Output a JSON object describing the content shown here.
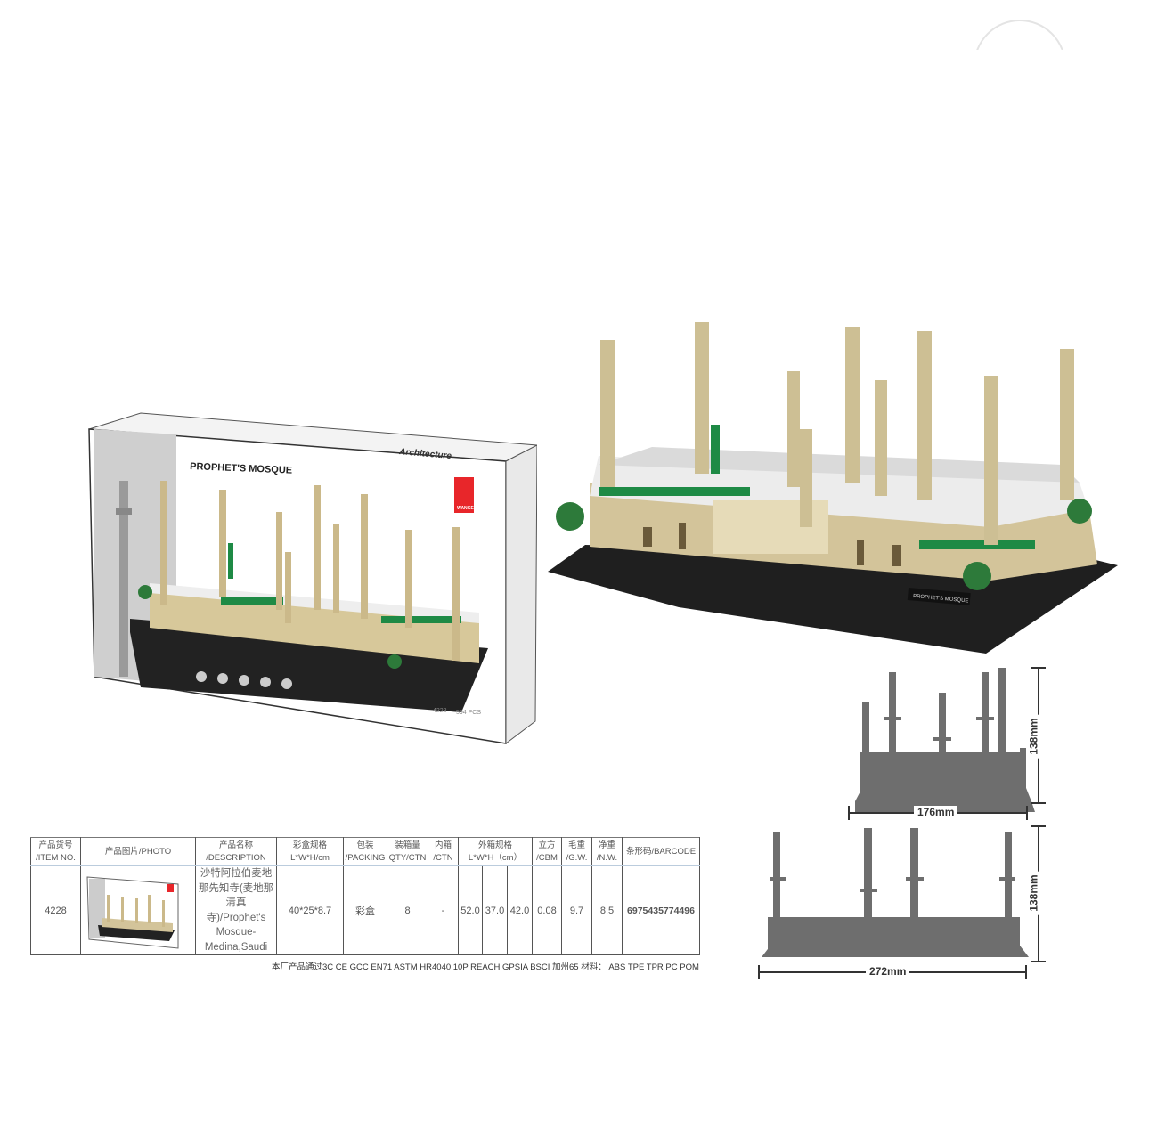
{
  "box": {
    "title": "PROPHET'S MOSQUE",
    "series": "Architecture",
    "brand": "WANGE",
    "item": "4228",
    "pieces": "594 PCS"
  },
  "model": {
    "plaque": "PROPHET'S MOSQUE"
  },
  "table": {
    "headers": {
      "item_no": "产品货号\n/ITEM NO.",
      "photo": "产品图片/PHOTO",
      "description": "产品名称\n/DESCRIPTION",
      "box_size": "彩盒规格\nL*W*H/cm",
      "packing": "包装\n/PACKING",
      "qty": "装箱量\nQTY/CTN",
      "inner": "内箱\n/CTN",
      "carton": "外箱规格\nL*W*H（cm）",
      "cbm": "立方\n/CBM",
      "gw": "毛重\n/G.W.",
      "nw": "净重\n/N.W.",
      "barcode": "条形码/BARCODE"
    },
    "row": {
      "item_no": "4228",
      "description": "沙特阿拉伯麦地那先知寺(麦地那清真寺)/Prophet's Mosque-Medina,Saudi",
      "box_size": "40*25*8.7",
      "packing": "彩盒",
      "qty": "8",
      "inner": "-",
      "carton_l": "52.0",
      "carton_w": "37.0",
      "carton_h": "42.0",
      "cbm": "0.08",
      "gw": "9.7",
      "nw": "8.5",
      "barcode": "6975435774496"
    },
    "footnote": "本厂产品通过3C  CE  GCC  EN71  ASTM  HR4040 10P  REACH  GPSIA  BSCI  加州65   材料： ABS TPE TPR PC POM"
  },
  "dimensions": {
    "side_width": "176mm",
    "side_height": "138mm",
    "front_width": "272mm",
    "front_height": "138mm"
  },
  "colors": {
    "tan": "#cdbf94",
    "green": "#1e8a45",
    "base": "#2a2a2a",
    "silhouette": "#6e6e6e",
    "brand_red": "#e8262a"
  }
}
